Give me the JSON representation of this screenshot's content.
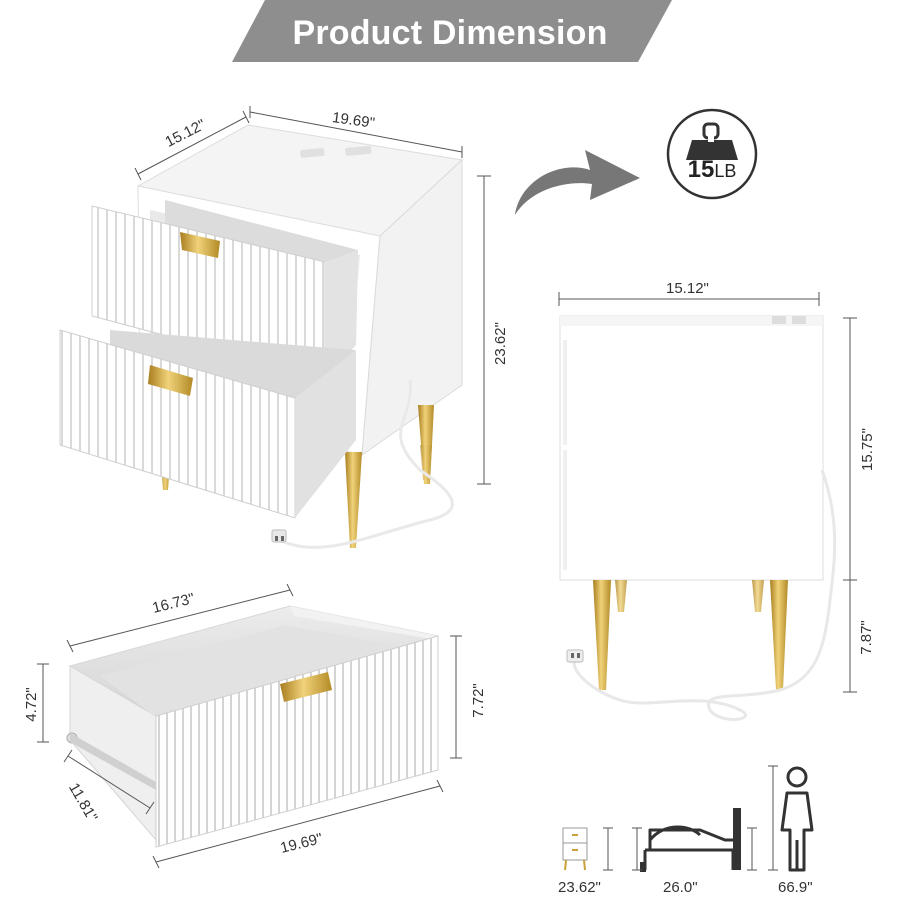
{
  "banner": {
    "title": "Product Dimension"
  },
  "weight_badge": {
    "value": "15",
    "unit": "LB"
  },
  "main_view": {
    "depth": "15.12\"",
    "width": "19.69\"",
    "height": "23.62\""
  },
  "side_view": {
    "depth": "15.12\"",
    "body_height": "15.75\"",
    "leg_height": "7.87\""
  },
  "drawer_view": {
    "inner_length": "16.73\"",
    "inner_height": "4.72\"",
    "front_height": "7.72\"",
    "inner_depth": "11.81\"",
    "front_width": "19.69\""
  },
  "scale_compare": {
    "nightstand": "23.62\"",
    "bed": "26.0\"",
    "person": "66.9\""
  },
  "colors": {
    "banner": "#8e8e8e",
    "furniture": "#ffffff",
    "furniture_shade": "#e6e6e6",
    "gold": "#c9a13a",
    "dim_line": "#555555",
    "arrow": "#777777"
  }
}
